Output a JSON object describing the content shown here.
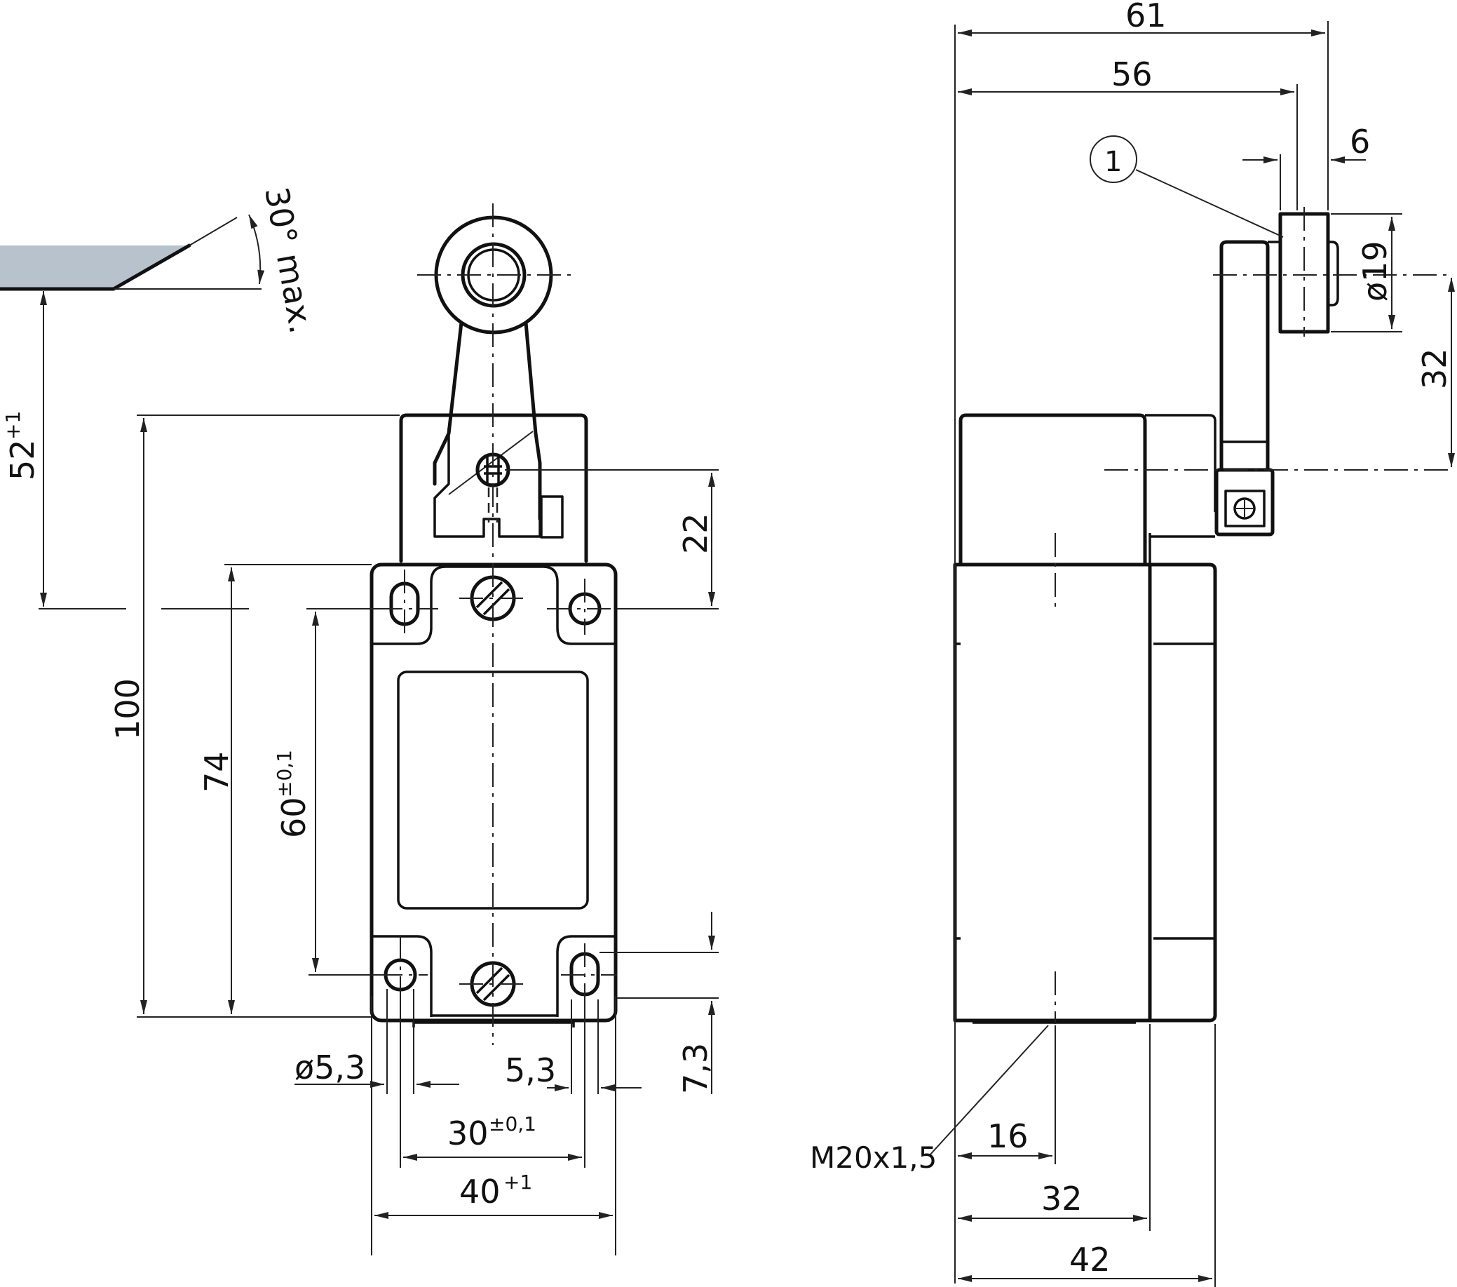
{
  "dimensions": {
    "overall_width": "61",
    "lever_length": "56",
    "roller_width": "6",
    "callout": "1",
    "roller_diameter": "ø19",
    "roller_offset": "32",
    "approach_angle": "30° max.",
    "actuation_height_main": "52",
    "actuation_height_tol": "+1",
    "body_height": "100",
    "mount_height": "74",
    "hole_spacing_v_main": "60",
    "hole_spacing_v_tol": "±0,1",
    "head_offset": "22",
    "hole_offset_bottom": "7,3",
    "hole_diameter": "ø5,3",
    "slot_width": "5,3",
    "hole_spacing_h_main": "30",
    "hole_spacing_h_tol": "±0,1",
    "body_width_main": "40",
    "body_width_tol": "+1",
    "thread": "M20x1,5",
    "conduit_offset": "16",
    "body_depth": "32",
    "total_depth": "42"
  },
  "colors": {
    "line": "#111111",
    "surface": "#b8c2cc"
  }
}
